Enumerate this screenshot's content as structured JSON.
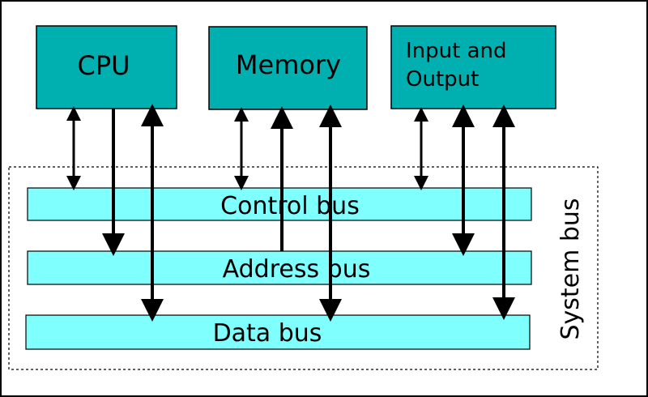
{
  "colors": {
    "component_fill": "#00b0b0",
    "bus_fill": "#80ffff",
    "stroke": "#000000",
    "background": "#ffffff"
  },
  "components": {
    "cpu": "CPU",
    "memory": "Memory",
    "io_line1": "Input and",
    "io_line2": "Output"
  },
  "buses": {
    "control": "Control bus",
    "address": "Address bus",
    "data": "Data bus"
  },
  "system_bus_label": "System bus"
}
